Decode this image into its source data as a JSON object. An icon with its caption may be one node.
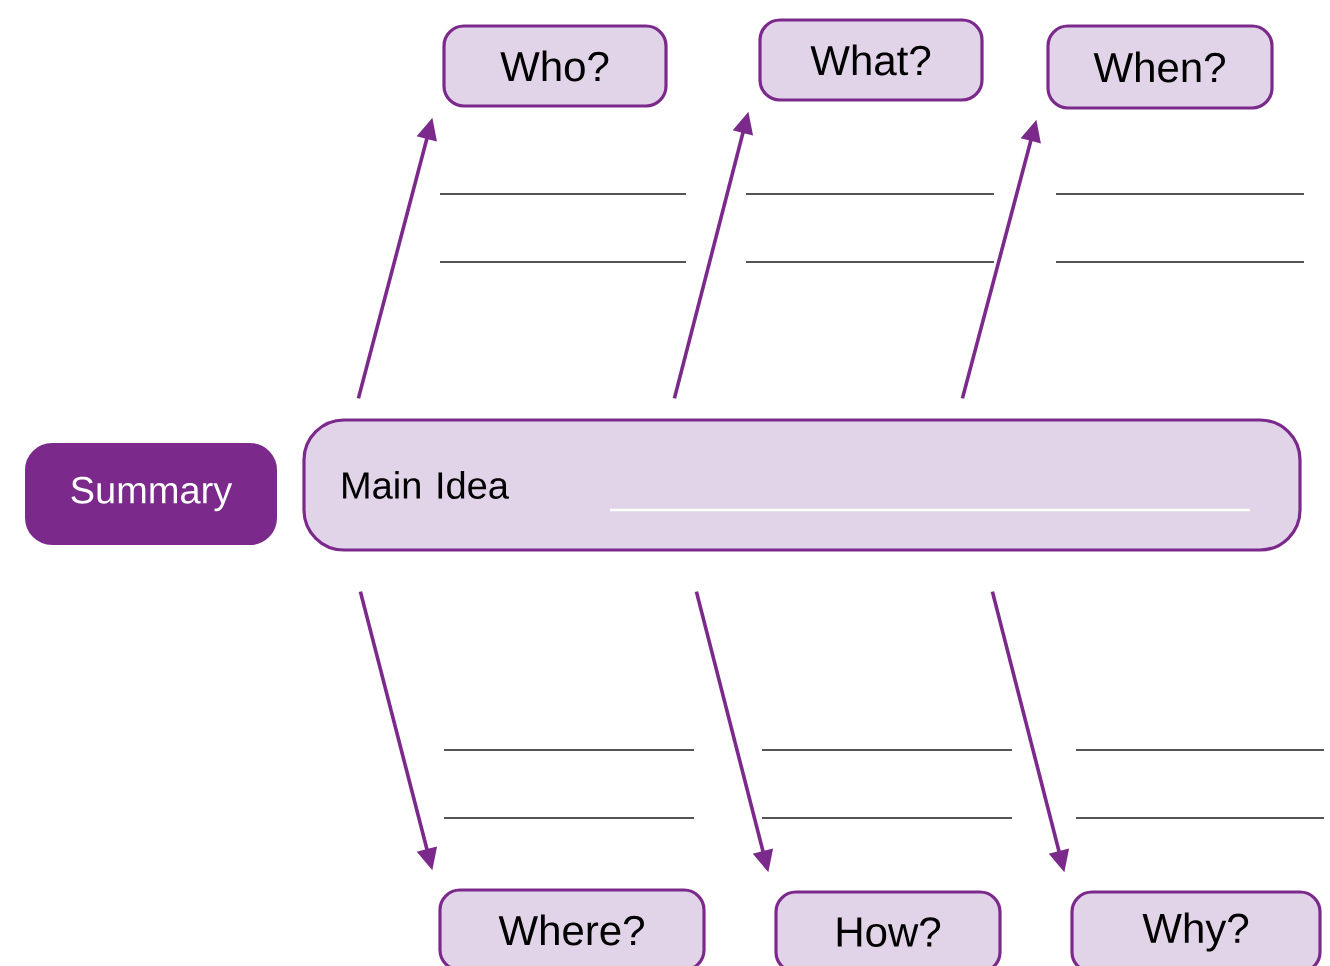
{
  "diagram": {
    "nodes": [
      {
        "text": [
          "Who?"
        ]
      },
      {
        "text": [
          "What?"
        ]
      },
      {
        "text": [
          "When?"
        ]
      },
      {
        "text": [
          "Summary"
        ]
      },
      {
        "text": [
          "Main Idea"
        ]
      },
      {
        "text": [
          "Where?"
        ]
      },
      {
        "text": [
          "How?"
        ]
      },
      {
        "text": [
          "Why?"
        ]
      }
    ],
    "edges": [
      {
        "from": 4,
        "to": 0,
        "arrow": "to"
      },
      {
        "from": 4,
        "to": 1,
        "arrow": "to"
      },
      {
        "from": 4,
        "to": 2,
        "arrow": "to"
      },
      {
        "from": 4,
        "to": 5,
        "arrow": "to"
      },
      {
        "from": 4,
        "to": 6,
        "arrow": "to"
      },
      {
        "from": 4,
        "to": 7,
        "arrow": "to"
      }
    ]
  }
}
